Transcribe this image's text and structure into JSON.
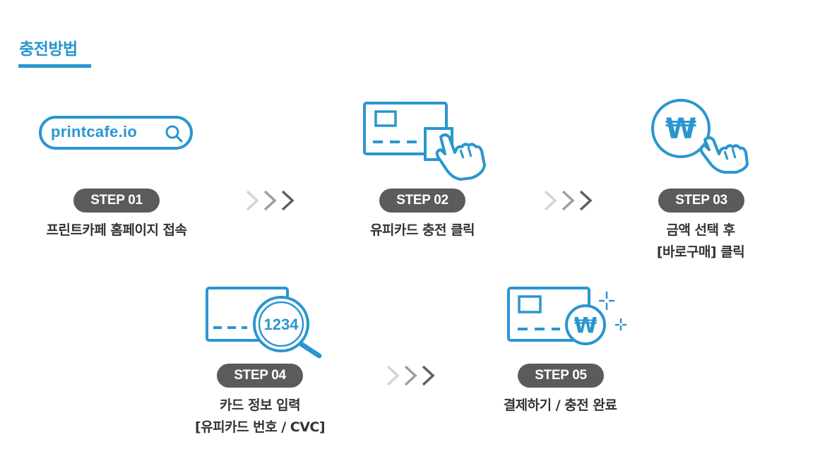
{
  "title": "충전방법",
  "colors": {
    "accent": "#2a96cf",
    "badge": "#5a5b5d",
    "text": "#333333",
    "arrow_light": "#d4d4d4",
    "arrow_mid": "#9e9e9e",
    "arrow_dark": "#5e5e5e"
  },
  "search": {
    "text": "printcafe.io",
    "icon": "search-icon"
  },
  "steps": [
    {
      "badge": "STEP 01",
      "icon": "browser-search-bar",
      "line1": "프린트카페 홈페이지 접속",
      "line2": ""
    },
    {
      "badge": "STEP 02",
      "icon": "card-tap-icon",
      "line1": "유피카드 충전 클릭",
      "line2": ""
    },
    {
      "badge": "STEP 03",
      "icon": "won-coin-tap-icon",
      "line1": "금액 선택 후",
      "line2": "[바로구매] 클릭"
    },
    {
      "badge": "STEP 04",
      "icon": "card-magnify-icon",
      "magnifier_text": "1234",
      "line1": "카드 정보 입력",
      "line2": "[유피카드 번호 / CVC]"
    },
    {
      "badge": "STEP 05",
      "icon": "card-won-complete-icon",
      "line1": "결제하기 / 충전 완료",
      "line2": ""
    }
  ],
  "won_symbol": "₩"
}
